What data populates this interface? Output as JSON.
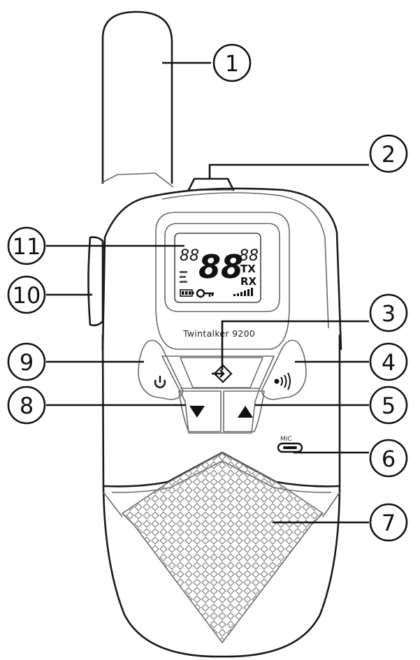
{
  "device": {
    "brand_label": "Twintalker 9200",
    "mic_label": "MIC"
  },
  "lcd": {
    "left_digits": "88",
    "center_digits": "88",
    "right_digits": "88",
    "tx_label": "TX",
    "rx_label": "RX"
  },
  "icons": {
    "power": "power-icon",
    "menu": "menu-enter-icon",
    "call": "call-tone-icon",
    "down": "down-arrow-icon",
    "up": "up-arrow-icon",
    "key_lock": "key-lock-icon",
    "battery": "battery-icon",
    "signal": "signal-strength-icon"
  },
  "callouts": [
    {
      "id": "1"
    },
    {
      "id": "2"
    },
    {
      "id": "3"
    },
    {
      "id": "4"
    },
    {
      "id": "5"
    },
    {
      "id": "6"
    },
    {
      "id": "7"
    },
    {
      "id": "8"
    },
    {
      "id": "9"
    },
    {
      "id": "10"
    },
    {
      "id": "11"
    }
  ]
}
